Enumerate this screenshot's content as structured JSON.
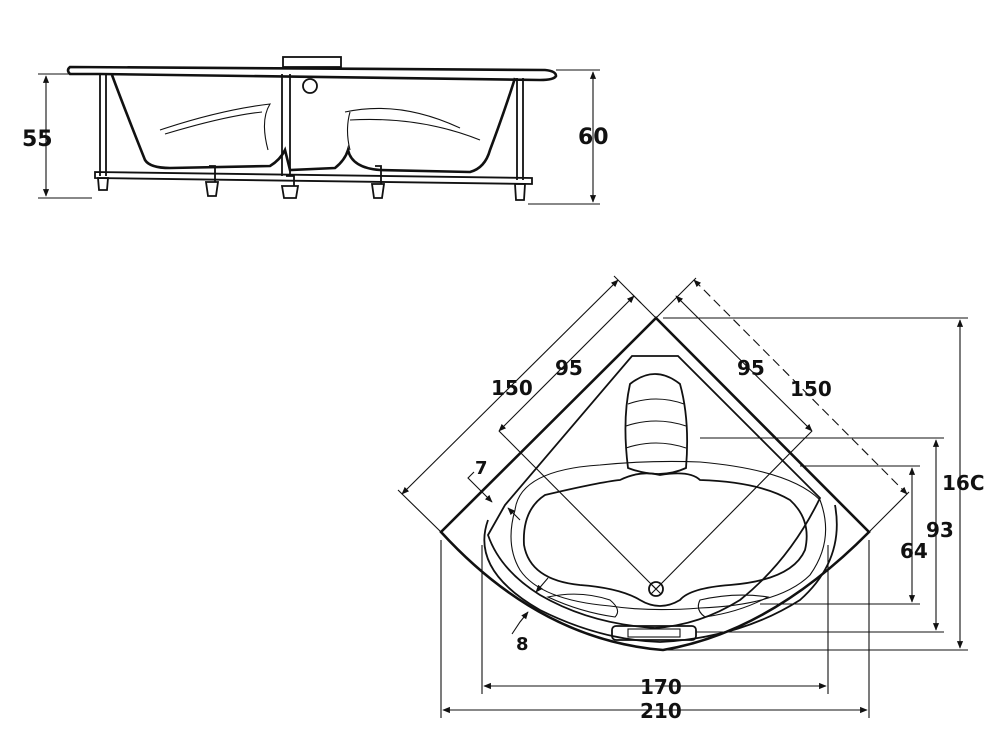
{
  "side_view": {
    "height_left": "55",
    "height_right": "60"
  },
  "top_view": {
    "side_left_outer": "150",
    "side_left_inner": "95",
    "side_right_inner": "95",
    "side_right_outer": "150",
    "wall_thickness": "7",
    "rim_thickness": "8",
    "depth_64": "64",
    "depth_93": "93",
    "depth_160": "16C",
    "width_inner": "170",
    "width_outer": "210"
  },
  "colors": {
    "line": "#111111",
    "background": "#ffffff"
  }
}
